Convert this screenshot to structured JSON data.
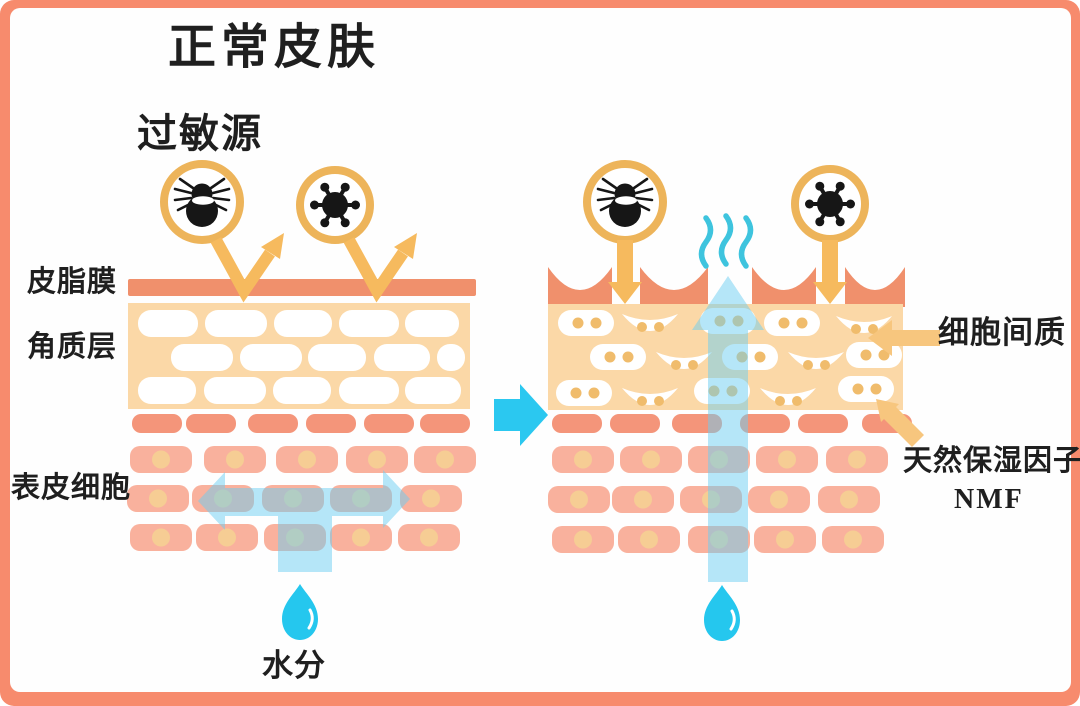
{
  "title": "正常皮肤",
  "left_panel": {
    "allergen_label": "过敏源",
    "layer_labels": {
      "sebum_film": "皮脂膜",
      "stratum_corneum": "角质层",
      "epidermal_cells": "表皮细胞"
    },
    "moisture_label": "水分"
  },
  "right_panel": {
    "matrix_label": "细胞间质",
    "nmf_label_cn": "天然保湿因子",
    "nmf_label_en": "NMF"
  },
  "icons": {
    "allergen_mite": "mite-icon",
    "allergen_virus": "virus-icon",
    "water_drop": "water-drop-icon",
    "evaporation": "evaporation-waves-icon",
    "transition": "right-arrow-icon",
    "bounce": "bounce-arrow-icon",
    "penetration": "down-arrow-icon"
  },
  "colors": {
    "frame": "#F78B6D",
    "sebum_film": "#F0906C",
    "corneum_bg": "#FBD8A7",
    "corneum_cell": "#FFFFFF",
    "cell": "#F9B19D",
    "cell_nucleus": "#F6CD94",
    "solid_cell": "#F4957A",
    "matrix_dot": "#F0BC6C",
    "ring_gold": "#EDB45A",
    "arrow_orange": "#F6BA5E",
    "label_arrow": "#F7C67E",
    "cyan": "#2BC8F0",
    "cyan_translucent": "rgba(108,206,242,0.5)",
    "wave_cyan": "#3EC4DE",
    "text": "#1F1F1F"
  }
}
